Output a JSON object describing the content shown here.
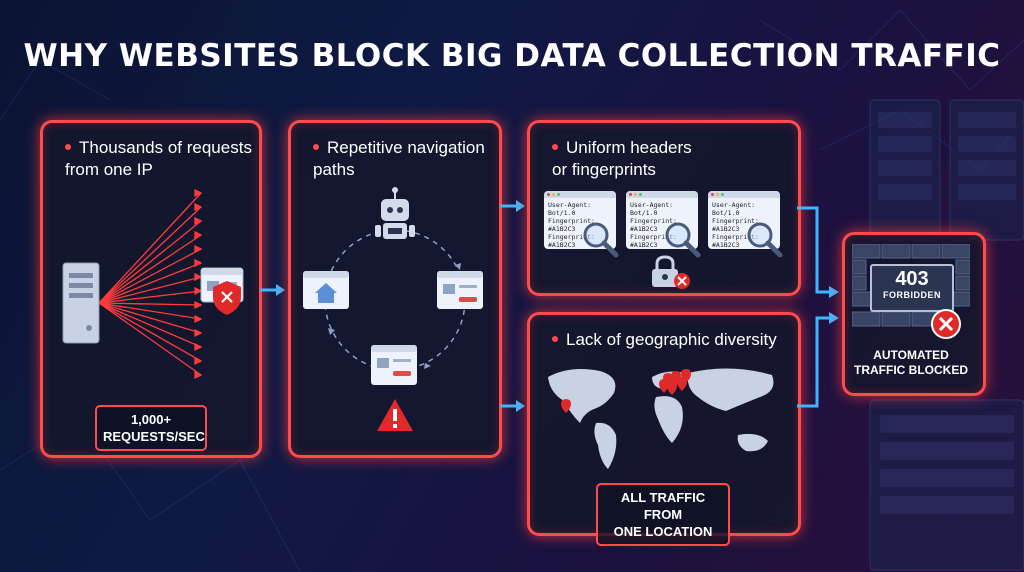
{
  "title": "WHY WEBSITES BLOCK BIG DATA COLLECTION TRAFFIC",
  "colors": {
    "accent_red": "#ff4b4b",
    "arrow_blue": "#3fb6ff",
    "background": "#0f1a44"
  },
  "panels": {
    "requests": {
      "title": "Thousands of requests\nfrom one IP",
      "badge": "1,000+\nREQUESTS/SEC"
    },
    "navigation": {
      "title": "Repetitive navigation\npaths"
    },
    "headers": {
      "title": "Uniform headers\nor fingerprints",
      "cards": [
        {
          "text": "User-Agent: Bot/1.0\nFingerprint: #A1B2C3\nFingerprint:\n#A1B2C3\n..."
        },
        {
          "text": "User-Agent: Bot/1.0\nFingerprint: #A1B2C3\nFingerprint:\n#A1B2C3\n..."
        },
        {
          "text": "User-Agent: Bot/1.0\nFingerprint: #A1B2C3\nFingerprint:\n#A1B2C3\n..."
        }
      ]
    },
    "geo": {
      "title": "Lack of geographic diversity",
      "badge": "ALL TRAFFIC FROM\nONE LOCATION"
    }
  },
  "result": {
    "code": "403",
    "message": "FORBIDDEN",
    "label": "AUTOMATED\nTRAFFIC BLOCKED"
  },
  "icons": [
    "server-icon",
    "browser-window-icon",
    "shield-x-icon",
    "robot-icon",
    "home-page-icon",
    "warning-icon",
    "magnifier-icon",
    "padlock-icon",
    "world-map-icon",
    "location-pin-icon",
    "x-circle-icon"
  ]
}
